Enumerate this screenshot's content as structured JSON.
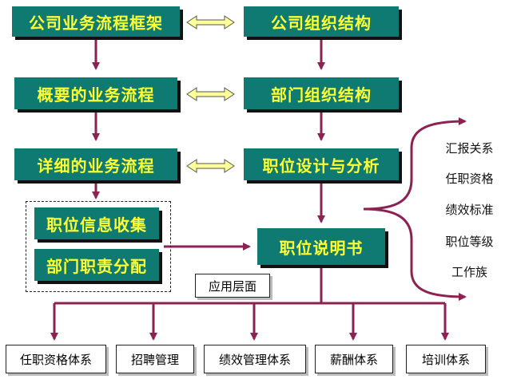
{
  "left_column": {
    "framework": "公司业务流程框架",
    "overview": "概要的业务流程",
    "detailed": "详细的业务流程",
    "info_collect": "职位信息收集",
    "dept_duty": "部门职责分配"
  },
  "right_column": {
    "company_org": "公司组织结构",
    "dept_org": "部门组织结构",
    "design": "职位设计与分析",
    "description": "职位说明书"
  },
  "app_level": "应用层面",
  "outputs": [
    "汇报关系",
    "任职资格",
    "绩效标准",
    "职位等级",
    "工作族"
  ],
  "systems": [
    "任职资格体系",
    "招聘管理",
    "绩效管理体系",
    "薪酬体系",
    "培训体系"
  ],
  "colors": {
    "box_fill": "#0f7a72",
    "box_text": "#ffff33",
    "arrow": "#8b2252",
    "double_arrow_fill": "#ffff99"
  }
}
